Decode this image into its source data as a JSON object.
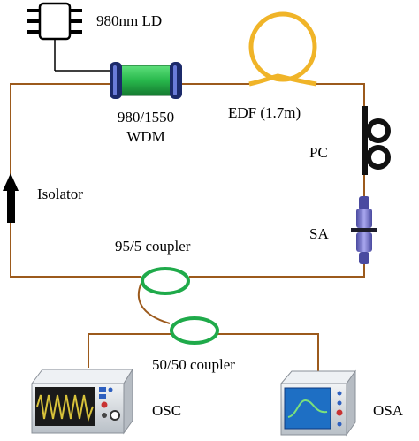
{
  "labels": {
    "ld": "980nm LD",
    "wdm_line1": "980/1550",
    "wdm_line2": "WDM",
    "edf": "EDF (1.7m)",
    "pc": "PC",
    "isolator": "Isolator",
    "sa": "SA",
    "coupler_95_5": "95/5 coupler",
    "coupler_50_50": "50/50 coupler",
    "osc": "OSC",
    "osa": "OSA"
  },
  "colors": {
    "fiber": "#9c5a1c",
    "edf_coil": "#f0b428",
    "coupler_ring": "#1faa4a",
    "wdm_body": "#28b84c",
    "wdm_caps": "#1c2a6a",
    "osc_screen": "#1a1a1a",
    "osc_trace": "#d8c23a",
    "osa_screen": "#1e6fc4",
    "osa_trace": "#7be07b",
    "instrument_body": "#d8dde2",
    "sa_body": "#7a78c8",
    "arrow": "#000000"
  }
}
